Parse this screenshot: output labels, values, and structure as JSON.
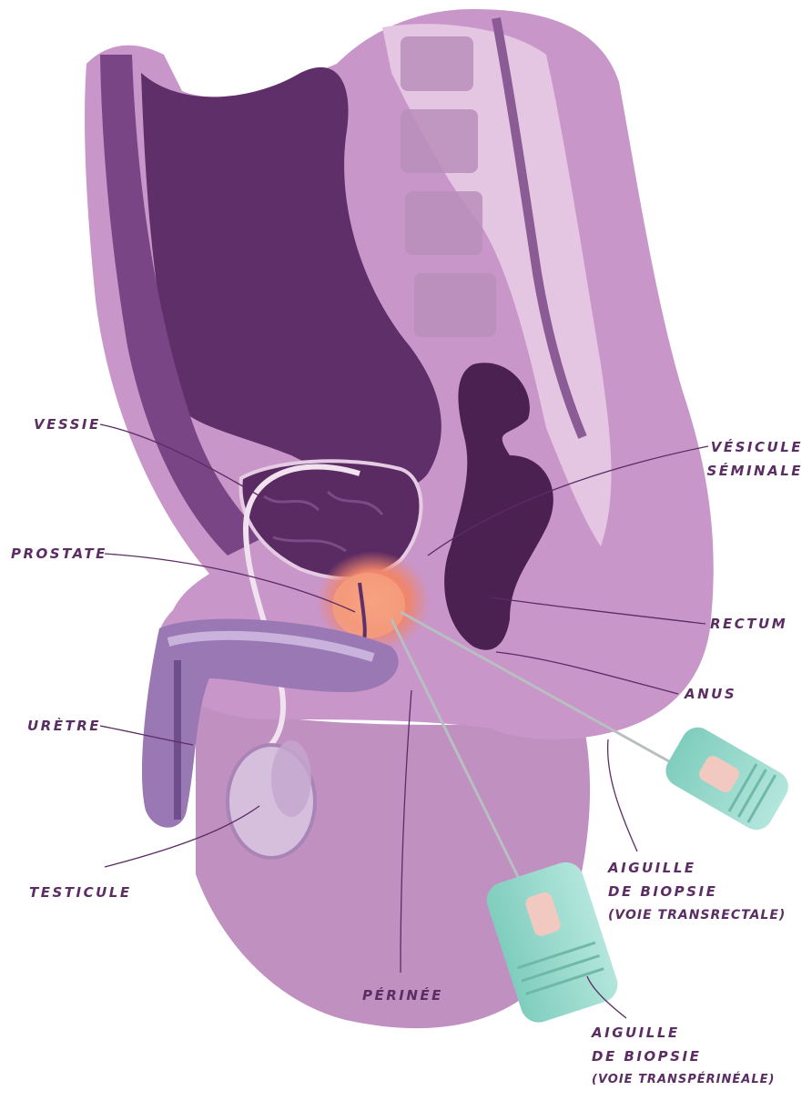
{
  "labels": {
    "vessie": "VESSIE",
    "prostate": "PROSTATE",
    "uretre": "URÈTRE",
    "testicule": "TESTICULE",
    "vesicule_line1": "VÉSICULE",
    "vesicule_line2": "SÉMINALE",
    "rectum": "RECTUM",
    "anus": "ANUS",
    "perinee": "PÉRINÉE",
    "transrectal_line1": "AIGUILLE",
    "transrectal_line2": "DE BIOPSIE",
    "transrectal_line3": "(VOIE TRANSRECTALE)",
    "transperineal_line1": "AIGUILLE",
    "transperineal_line2": "DE BIOPSIE",
    "transperineal_line3": "(VOIE TRANSPÉRINÉALE)"
  },
  "colors": {
    "label_text": "#5a2d63",
    "body": "#c89ac6",
    "body_light": "#dcbadb",
    "cavity_dark": "#5b2c63",
    "prostate": "#f08a6a",
    "needle_handle": "#8ed7c8"
  }
}
